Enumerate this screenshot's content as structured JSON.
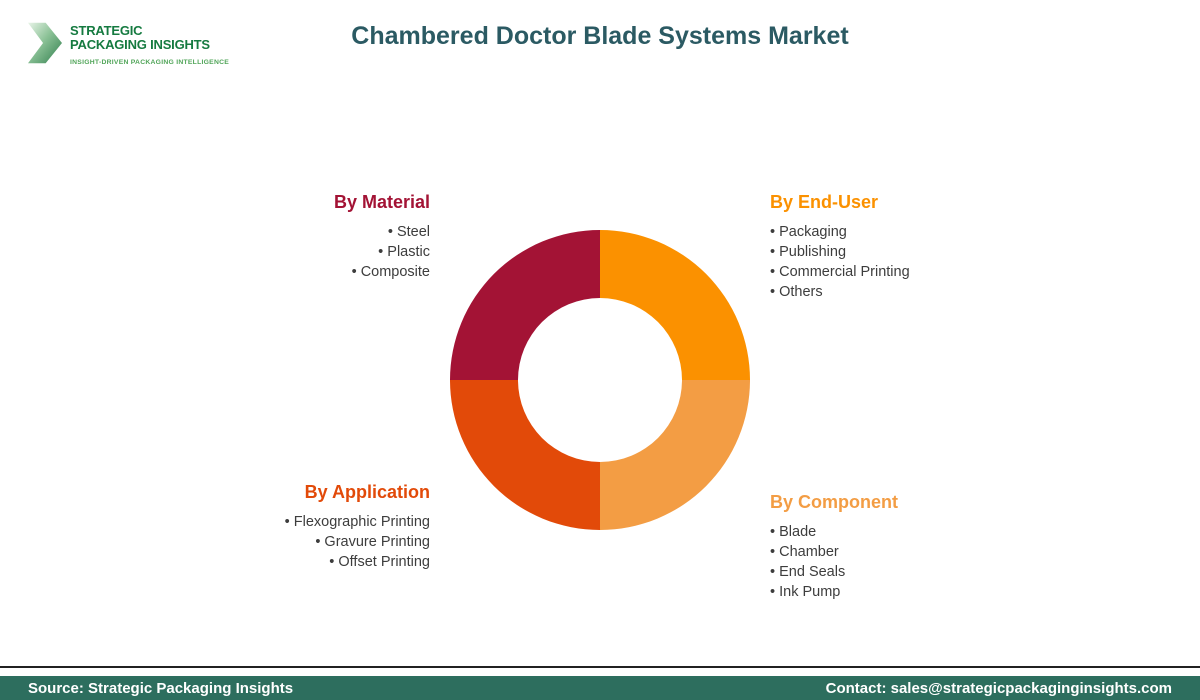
{
  "header": {
    "logo": {
      "line1": "STRATEGIC",
      "line2": "PACKAGING INSIGHTS",
      "tagline": "INSIGHT-DRIVEN PACKAGING INTELLIGENCE",
      "text_color": "#157a40",
      "tagline_color": "#51a559"
    },
    "title": "Chambered Doctor Blade Systems Market",
    "title_color": "#2b5a63"
  },
  "chart_data": {
    "type": "pie",
    "title": "Chambered Doctor Blade Systems Market",
    "donut": true,
    "legend_position": "around",
    "segments": [
      {
        "label": "By Material",
        "value": 25,
        "color": "#A31335",
        "position": "top-left",
        "items": [
          "Steel",
          "Plastic",
          "Composite"
        ]
      },
      {
        "label": "By End-User",
        "value": 25,
        "color": "#FB9100",
        "position": "top-right",
        "items": [
          "Packaging",
          "Publishing",
          "Commercial Printing",
          "Others"
        ]
      },
      {
        "label": "By Component",
        "value": 25,
        "color": "#F39D44",
        "position": "bottom-right",
        "items": [
          "Blade",
          "Chamber",
          "End Seals",
          "Ink Pump"
        ]
      },
      {
        "label": "By Application",
        "value": 25,
        "color": "#E24A09",
        "position": "bottom-left",
        "items": [
          "Flexographic Printing",
          "Gravure Printing",
          "Offset Printing"
        ]
      }
    ]
  },
  "footer": {
    "source": "Source: Strategic Packaging Insights",
    "contact": "Contact: sales@strategicpackaginginsights.com",
    "bar_color": "#2D6E5E"
  }
}
